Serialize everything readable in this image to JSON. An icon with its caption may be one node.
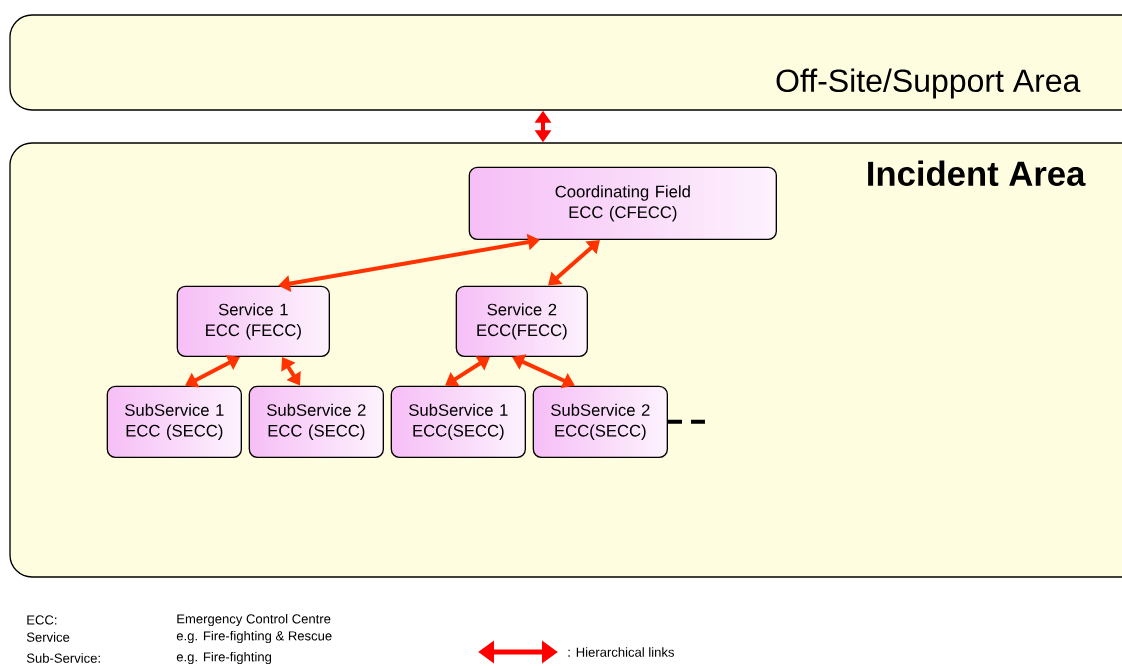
{
  "diagram": {
    "nodes": [
      {
        "text": [
          "Off-Site/Support Area"
        ]
      },
      {
        "text": [
          "Incident Area"
        ]
      },
      {
        "text": [
          "Coordinating Field ECC (CFECC)"
        ],
        "in": 1
      },
      {
        "text": [
          "Service 1 ECC (FECC)"
        ],
        "in": 1
      },
      {
        "text": [
          "Service 2 ECC(FECC)"
        ],
        "in": 1
      },
      {
        "text": [
          "SubService 1 ECC (SECC)"
        ],
        "in": 1
      },
      {
        "text": [
          "SubService 2 ECC (SECC)"
        ],
        "in": 1
      },
      {
        "text": [
          "SubService 1 ECC(SECC)"
        ],
        "in": 1
      },
      {
        "text": [
          "SubService 2 ECC(SECC)"
        ],
        "in": 1
      }
    ],
    "edges": [
      {
        "from": 0,
        "to": 1,
        "arrow": "both",
        "color": "#ff0000"
      },
      {
        "from": 2,
        "to": 3,
        "arrow": "both"
      },
      {
        "from": 2,
        "to": 4,
        "arrow": "both"
      },
      {
        "from": 3,
        "to": 5,
        "arrow": "both"
      },
      {
        "from": 3,
        "to": 6,
        "arrow": "both"
      },
      {
        "from": 4,
        "to": 7,
        "arrow": "both"
      },
      {
        "from": 4,
        "to": 8,
        "arrow": "both"
      },
      {
        "from": 8,
        "to": null,
        "arrow": "none",
        "style": "dashed",
        "color": "#000000"
      }
    ],
    "labels": [
      "ECC:",
      "Emergency Control Centre",
      "Service",
      "e.g. Fire-fighting & Rescue",
      "Sub-Service:",
      "e.g. Fire-fighting"
    ],
    "legend": [
      {
        "text": ": Hierarchical links"
      }
    ]
  }
}
